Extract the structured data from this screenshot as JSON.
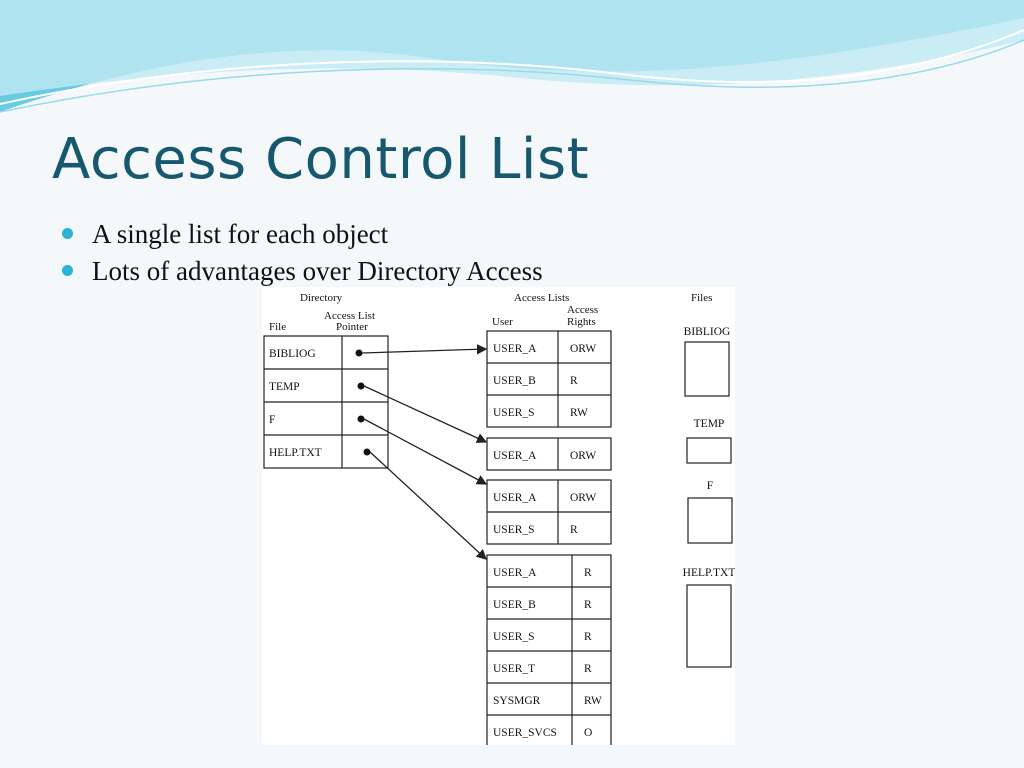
{
  "slide": {
    "title": "Access Control List",
    "bullets": [
      "A single list for each object",
      "Lots of advantages over Directory Access"
    ]
  },
  "colors": {
    "title": "#17586e",
    "bullet": "#2bb3d6",
    "wave_dark": "#4fc3dd",
    "wave_light": "#bfe9f3"
  },
  "diagram": {
    "directory_title": "Directory",
    "access_lists_title": "Access Lists",
    "files_title": "Files",
    "col_file": "File",
    "col_pointer_line1": "Access List",
    "col_pointer_line2": "Pointer",
    "col_user": "User",
    "col_rights_line1": "Access",
    "col_rights_line2": "Rights",
    "directory": [
      "BIBLIOG",
      "TEMP",
      "F",
      "HELP.TXT"
    ],
    "acls": [
      {
        "entries": [
          {
            "user": "USER_A",
            "rights": "ORW"
          },
          {
            "user": "USER_B",
            "rights": "R"
          },
          {
            "user": "USER_S",
            "rights": "RW"
          }
        ]
      },
      {
        "entries": [
          {
            "user": "USER_A",
            "rights": "ORW"
          }
        ]
      },
      {
        "entries": [
          {
            "user": "USER_A",
            "rights": "ORW"
          },
          {
            "user": "USER_S",
            "rights": "R"
          }
        ]
      },
      {
        "entries": [
          {
            "user": "USER_A",
            "rights": "R"
          },
          {
            "user": "USER_B",
            "rights": "R"
          },
          {
            "user": "USER_S",
            "rights": "R"
          },
          {
            "user": "USER_T",
            "rights": "R"
          },
          {
            "user": "SYSMGR",
            "rights": "RW"
          },
          {
            "user": "USER_SVCS",
            "rights": "O"
          }
        ]
      }
    ],
    "files": [
      "BIBLIOG",
      "TEMP",
      "F",
      "HELP.TXT"
    ]
  }
}
